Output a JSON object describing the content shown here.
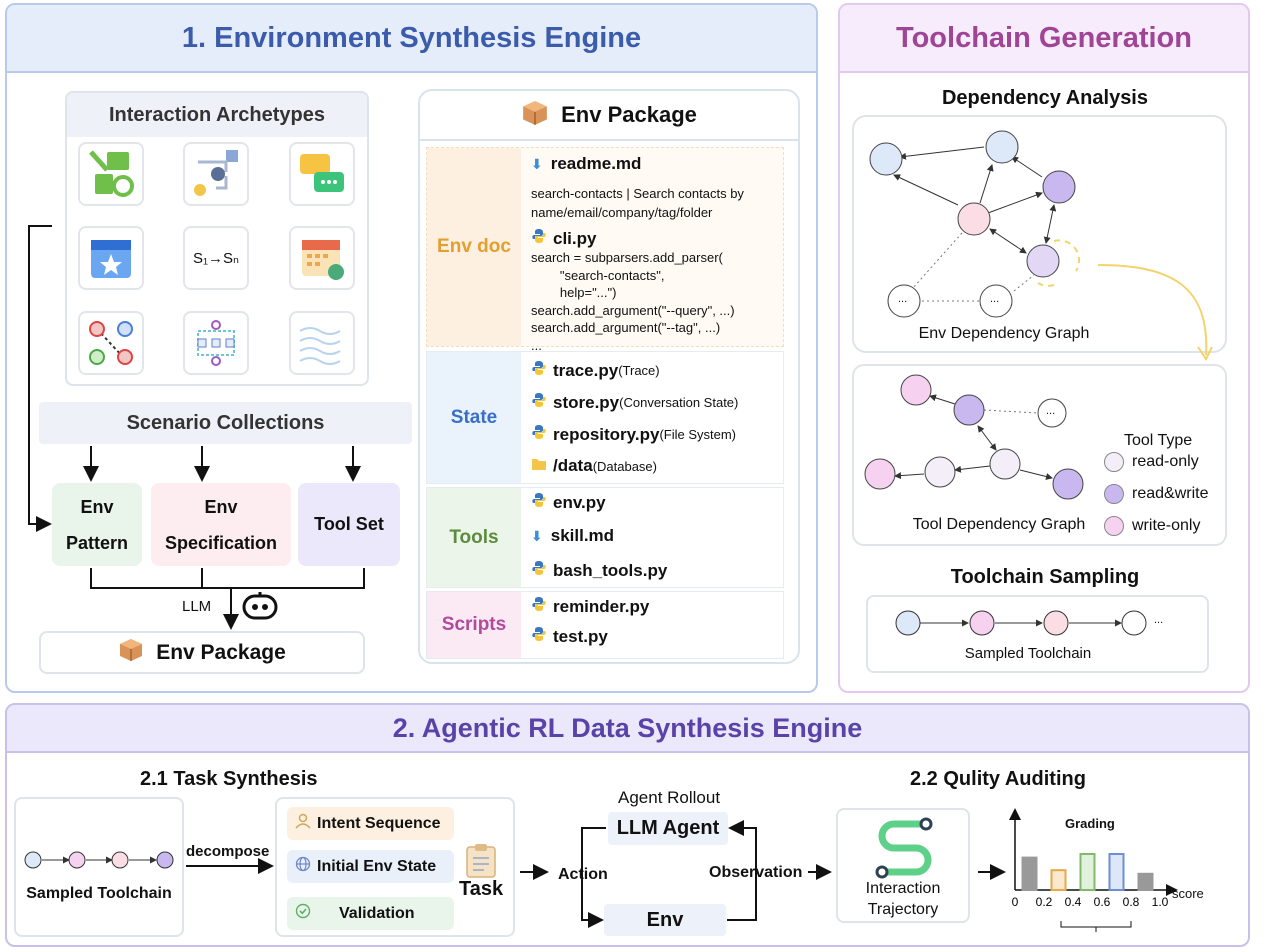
{
  "env_engine": {
    "title": "1. Environment Synthesis Engine",
    "archetypes_title": "Interaction Archetypes",
    "state_seq": "S₁→Sₙ",
    "scenario_title": "Scenario Collections",
    "env_pattern": "Env\nPattern",
    "env_spec": "Env\nSpecification",
    "tool_set": "Tool Set",
    "llm_label": "LLM",
    "env_package_bottom": "Env Package"
  },
  "env_package": {
    "title": "Env Package",
    "env_doc_label": "Env doc",
    "readme": "readme.md",
    "readme_text": "search-contacts | Search contacts by\nname/email/company/tag/folder",
    "cli": "cli.py",
    "cli_code": "search = subparsers.add_parser(\n        \"search-contacts\",\n        help=\"...\")\nsearch.add_argument(\"--query\", ...)\nsearch.add_argument(\"--tag\", ...)\n...",
    "state_label": "State",
    "state_files": [
      {
        "name": "trace.py",
        "note": "(Trace)",
        "icon": "python-icon"
      },
      {
        "name": "store.py",
        "note": "(Conversation State)",
        "icon": "python-icon"
      },
      {
        "name": "repository.py",
        "note": "(File System)",
        "icon": "python-icon"
      },
      {
        "name": "/data",
        "note": "(Database)",
        "icon": "folder-icon"
      }
    ],
    "tools_label": "Tools",
    "tools_files": [
      {
        "name": "env.py",
        "icon": "python-icon"
      },
      {
        "name": "skill.md",
        "icon": "download-icon"
      },
      {
        "name": "bash_tools.py",
        "icon": "python-icon"
      }
    ],
    "scripts_label": "Scripts",
    "scripts_files": [
      {
        "name": "reminder.py",
        "icon": "python-icon"
      },
      {
        "name": "test.py",
        "icon": "python-icon"
      }
    ]
  },
  "toolchain": {
    "title": "Toolchain Generation",
    "dependency_title": "Dependency Analysis",
    "env_graph_caption": "Env Dependency Graph",
    "tool_graph_caption": "Tool Dependency Graph",
    "tool_type_title": "Tool Type",
    "legend": [
      {
        "label": "read-only",
        "color": "#f4eef9"
      },
      {
        "label": "read&write",
        "color": "#c9b8ef"
      },
      {
        "label": "write-only",
        "color": "#f6d2f0"
      }
    ],
    "ellipsis": "...",
    "sampling_title": "Toolchain Sampling",
    "sampled_caption": "Sampled Toolchain"
  },
  "rl_engine": {
    "title": "2. Agentic RL Data Synthesis Engine",
    "task_synthesis_title": "2.1 Task Synthesis",
    "sampled_toolchain": "Sampled Toolchain",
    "decompose": "decompose",
    "intent_sequence": "Intent Sequence",
    "initial_env_state": "Initial Env State",
    "validation": "Validation",
    "task": "Task",
    "agent_rollout": "Agent Rollout",
    "llm_agent": "LLM Agent",
    "action": "Action",
    "observation": "Observation",
    "env": "Env",
    "interaction_trajectory": "Interaction\nTrajectory",
    "quality_title": "2.2 Qulity Auditing",
    "grading": "Grading",
    "score_label": "score",
    "x_ticks": [
      "0",
      "0.2",
      "0.4",
      "0.6",
      "0.8",
      "1.0"
    ]
  },
  "chart_data": {
    "type": "bar",
    "title": "Grading",
    "xlabel": "score",
    "ylabel": "",
    "categories": [
      "0.1",
      "0.3",
      "0.5",
      "0.7",
      "0.9"
    ],
    "values": [
      0.9,
      0.55,
      1.0,
      1.0,
      0.45
    ],
    "colors": [
      "#999999",
      "#e8a74a",
      "#7fba6e",
      "#6a8fd6",
      "#999999"
    ],
    "fills": [
      "#999999",
      "#fbe9cf",
      "#e2f1dc",
      "#dde7f8",
      "#999999"
    ],
    "x_ticks": [
      "0",
      "0.2",
      "0.4",
      "0.6",
      "0.8",
      "1.0"
    ]
  }
}
